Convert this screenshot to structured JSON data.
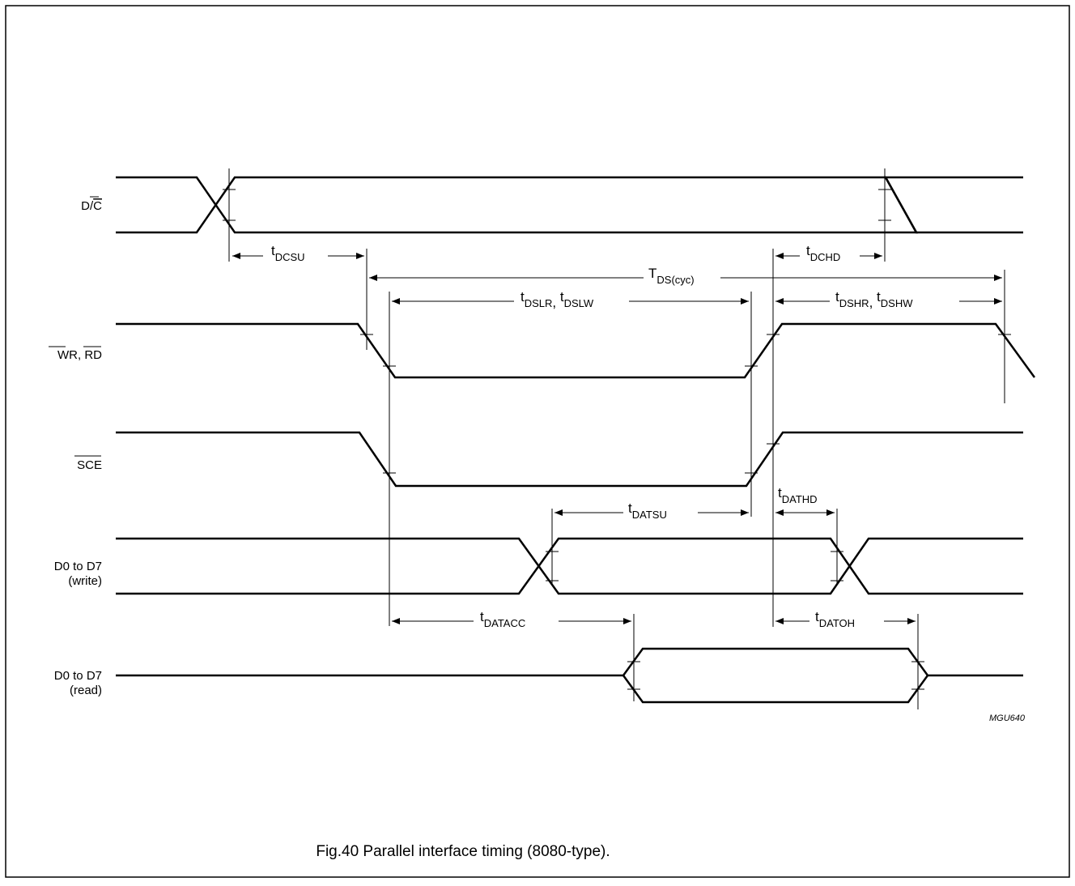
{
  "figure": {
    "caption": "Fig.40  Parallel interface timing (8080-type).",
    "code": "MGU640"
  },
  "signals": {
    "dc": {
      "base": "D/",
      "over": "C"
    },
    "wr_rd": {
      "over1": "WR",
      "sep": ", ",
      "over2": "RD"
    },
    "sce": {
      "over": "SCE"
    },
    "dw": {
      "line1": "D0 to D7",
      "line2": "(write)"
    },
    "dr": {
      "line1": "D0 to D7",
      "line2": "(read)"
    }
  },
  "params": {
    "tdcsu": {
      "main": "t",
      "sub": "DCSU"
    },
    "tdchd": {
      "main": "t",
      "sub": "DCHD"
    },
    "tdscyc": {
      "main": "T",
      "sub": "DS(cyc)"
    },
    "tdsl": {
      "t1": "t",
      "s1": "DSLR",
      "comma": ", ",
      "t2": "t",
      "s2": "DSLW"
    },
    "tdsh": {
      "t1": "t",
      "s1": "DSHR",
      "comma": ", ",
      "t2": "t",
      "s2": "DSHW"
    },
    "tdatsu": {
      "main": "t",
      "sub": "DATSU"
    },
    "tdathd": {
      "main": "t",
      "sub": "DATHD"
    },
    "tdatacc": {
      "main": "t",
      "sub": "DATACC"
    },
    "tdatoh": {
      "main": "t",
      "sub": "DATOH"
    }
  }
}
